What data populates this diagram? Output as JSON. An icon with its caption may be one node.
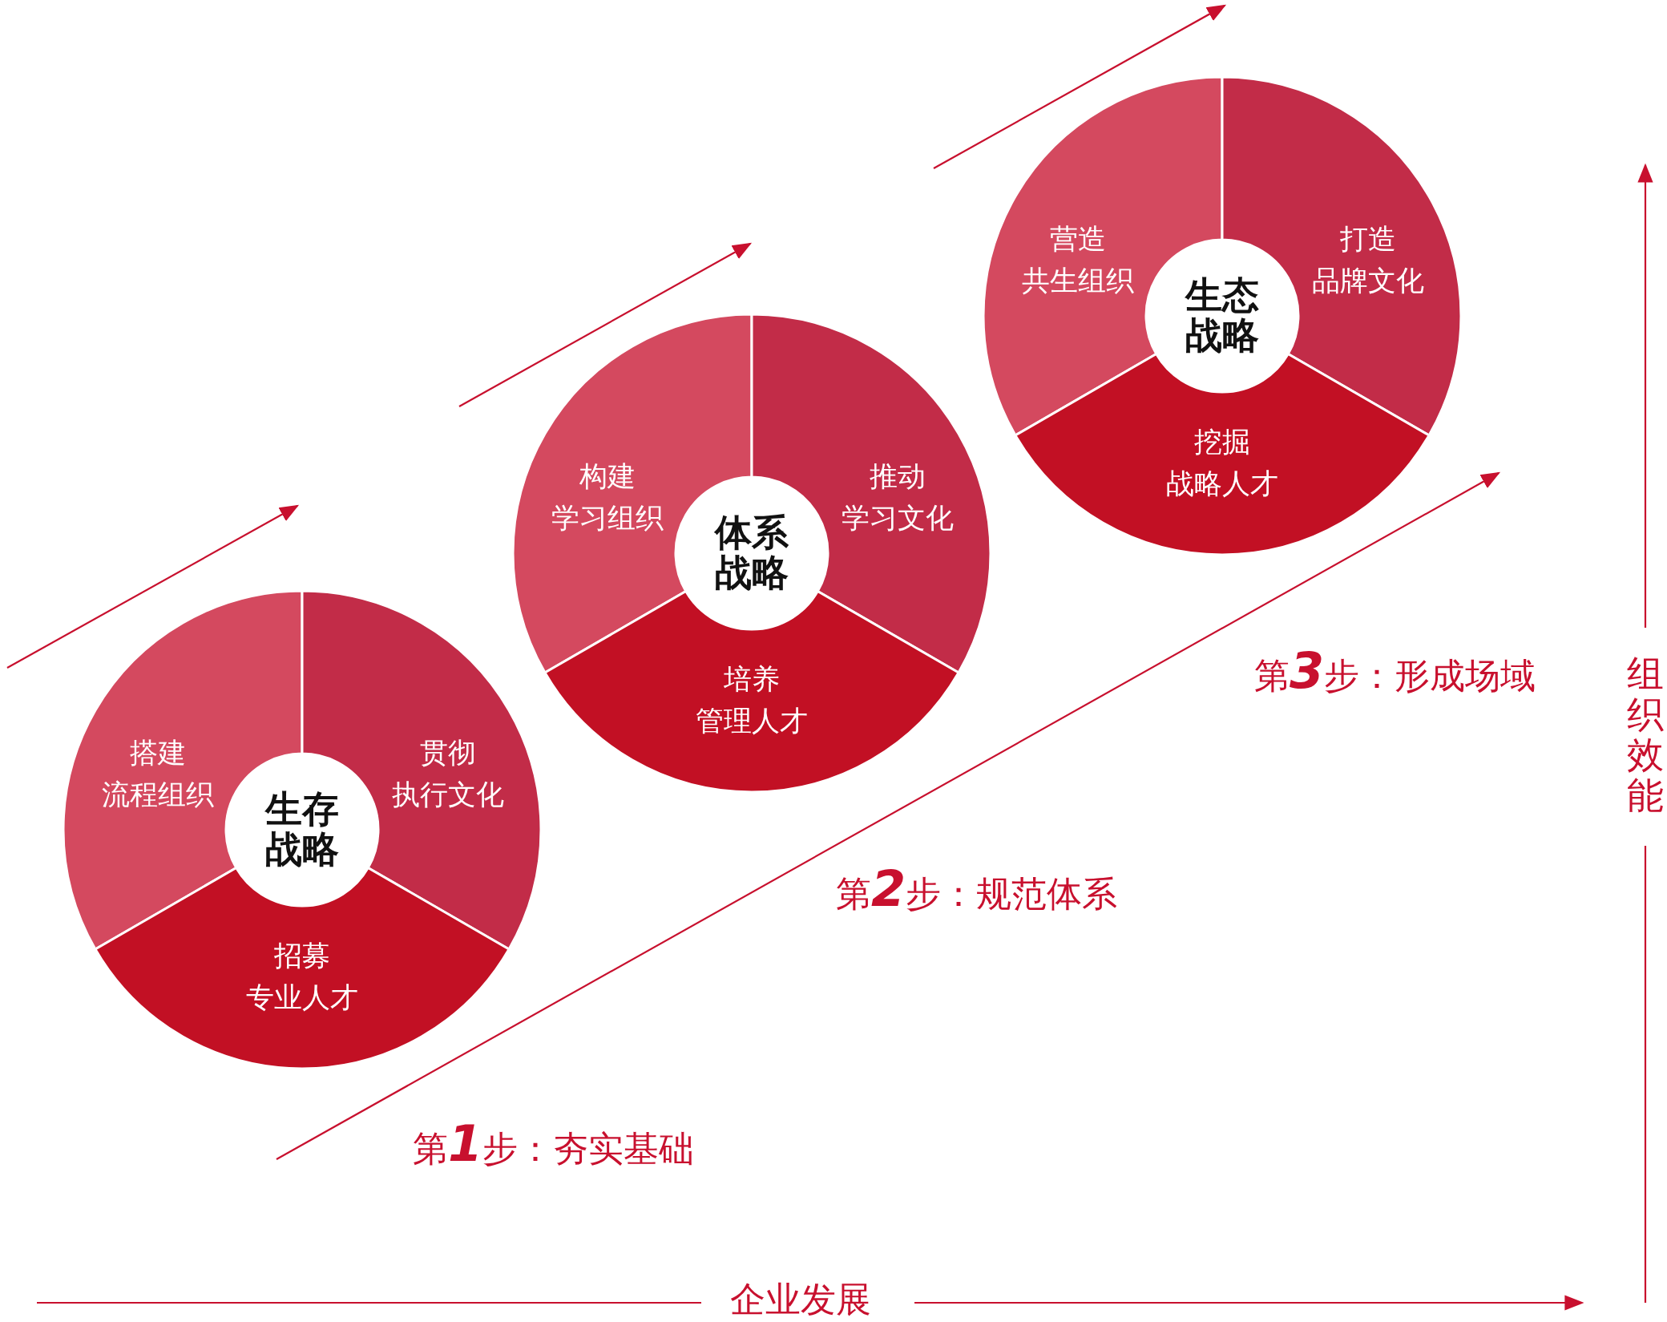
{
  "diagram": {
    "nodes": [
      {
        "text": [
          "生存战略"
        ]
      },
      {
        "text": [
          "搭建",
          "流程组织"
        ]
      },
      {
        "text": [
          "贯彻",
          "执行文化"
        ]
      },
      {
        "text": [
          "招募",
          "专业人才"
        ]
      },
      {
        "text": [
          "体系战略"
        ]
      },
      {
        "text": [
          "构建",
          "学习组织"
        ]
      },
      {
        "text": [
          "推动",
          "学习文化"
        ]
      },
      {
        "text": [
          "培养",
          "管理人才"
        ]
      },
      {
        "text": [
          "生态战略"
        ]
      },
      {
        "text": [
          "营造",
          "共生组织"
        ]
      },
      {
        "text": [
          "打造",
          "品牌文化"
        ]
      },
      {
        "text": [
          "挖掘",
          "战略人才"
        ]
      }
    ],
    "labels": [
      "第**3**步：形成场域",
      "第**2**步：规范体系",
      "第**1**步：夯实基础",
      "组织效能",
      "企业发展"
    ]
  }
}
